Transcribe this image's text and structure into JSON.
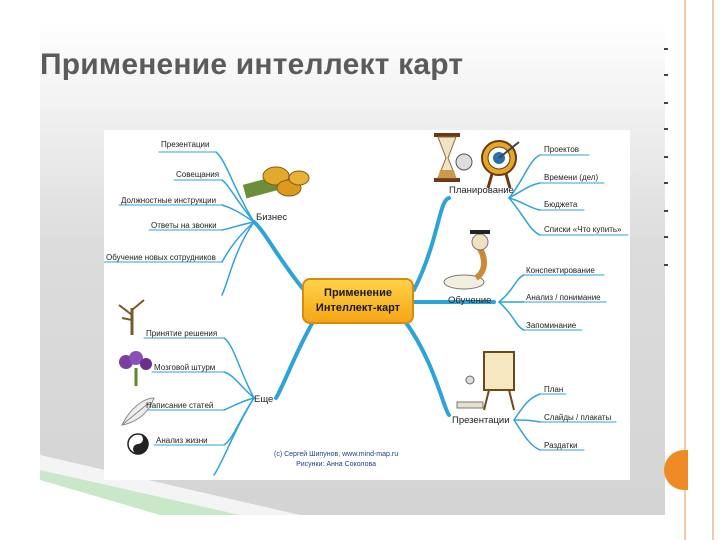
{
  "slide": {
    "title": "Применение интеллект карт"
  },
  "mindmap": {
    "center_line1": "Применение",
    "center_line2": "Интеллект-карт",
    "categories": {
      "business": "Бизнес",
      "planning": "Планирование",
      "learning": "Обучение",
      "presentations": "Презентации",
      "more": "Еще"
    },
    "business_items": [
      "Презентации",
      "Совещания",
      "Должностные инструкции",
      "Ответы на звонки",
      "Обучение новых сотрудников"
    ],
    "planning_items": [
      "Проектов",
      "Времени (дел)",
      "Бюджета",
      "Списки «Что купить»"
    ],
    "learning_items": [
      "Конспектирование",
      "Анализ / понимание",
      "Запоминание"
    ],
    "presentation_items": [
      "План",
      "Слайды / плакаты",
      "Раздатки"
    ],
    "more_items": [
      "Принятие решения",
      "Мозговой штурм",
      "Написание статей",
      "Анализ жизни"
    ],
    "credit_line1": "(c) Сергей Шипунов, www.mind-map.ru",
    "credit_line2": "Рисунки: Анна Соколова"
  },
  "colors": {
    "branch": "#2ea3d8",
    "title": "#5b5b5b",
    "center_fill": "#f7b42a",
    "accent": "#f08a24"
  },
  "icons": [
    "coins-icon",
    "hourglass-icon",
    "target-icon",
    "graduate-reading-icon",
    "presentation-easel-icon",
    "signpost-tree-icon",
    "brain-storm-icon",
    "feather-icon",
    "yin-yang-icon"
  ]
}
